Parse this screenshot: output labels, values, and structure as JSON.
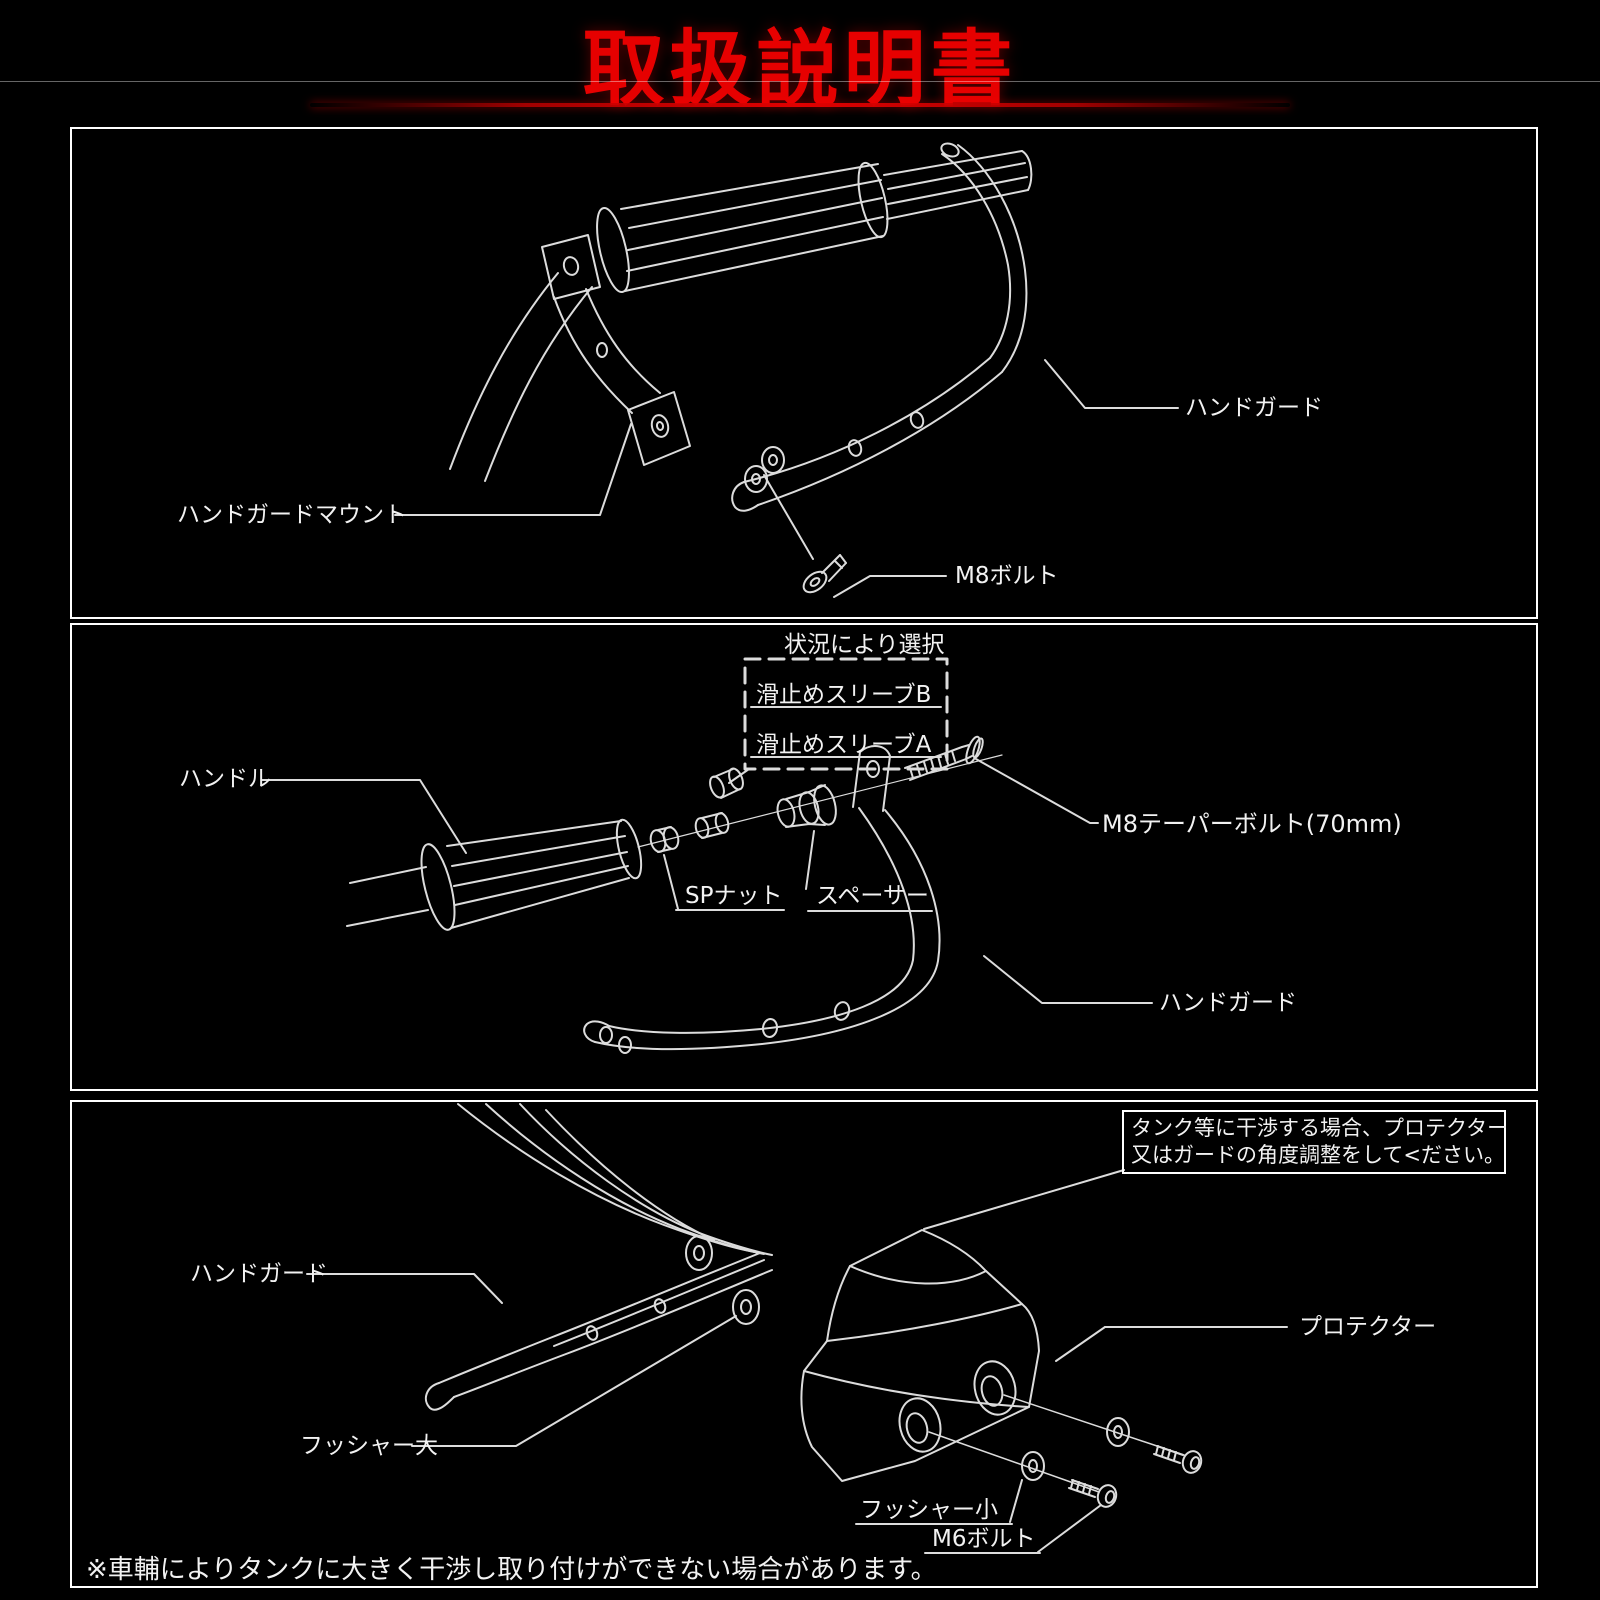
{
  "title": "取扱説明書",
  "colors": {
    "background": "#000000",
    "title_red": "#e60000",
    "line_art": "#dcdcdc",
    "panel_border": "#ffffff"
  },
  "panel1": {
    "hand_guard": "ハンドガード",
    "hand_guard_mount": "ハンドガードマウント",
    "m8_bolt": "M8ボルト"
  },
  "panel2": {
    "selection_note": "状況により選択",
    "sleeve_b": "滑止めスリーブB",
    "sleeve_a": "滑止めスリーブA",
    "handle": "ハンドル",
    "m8_taper_bolt": "M8テーパーボルト(70mm)",
    "sp_nut": "SPナット",
    "spacer": "スペーサー",
    "hand_guard": "ハンドガード"
  },
  "panel3": {
    "warning_line1": "タンク等に干渉する場合、プロテクター",
    "warning_line2": "又はガードの角度調整をして<ださい。",
    "hand_guard": "ハンドガード",
    "protector": "プロテクター",
    "washer_large": "フッシャー大",
    "washer_small": "フッシャー小",
    "m6_bolt": "M6ボルト",
    "footnote": "※車輔によりタンクに大きく干渉し取り付けができない場合があります。"
  }
}
